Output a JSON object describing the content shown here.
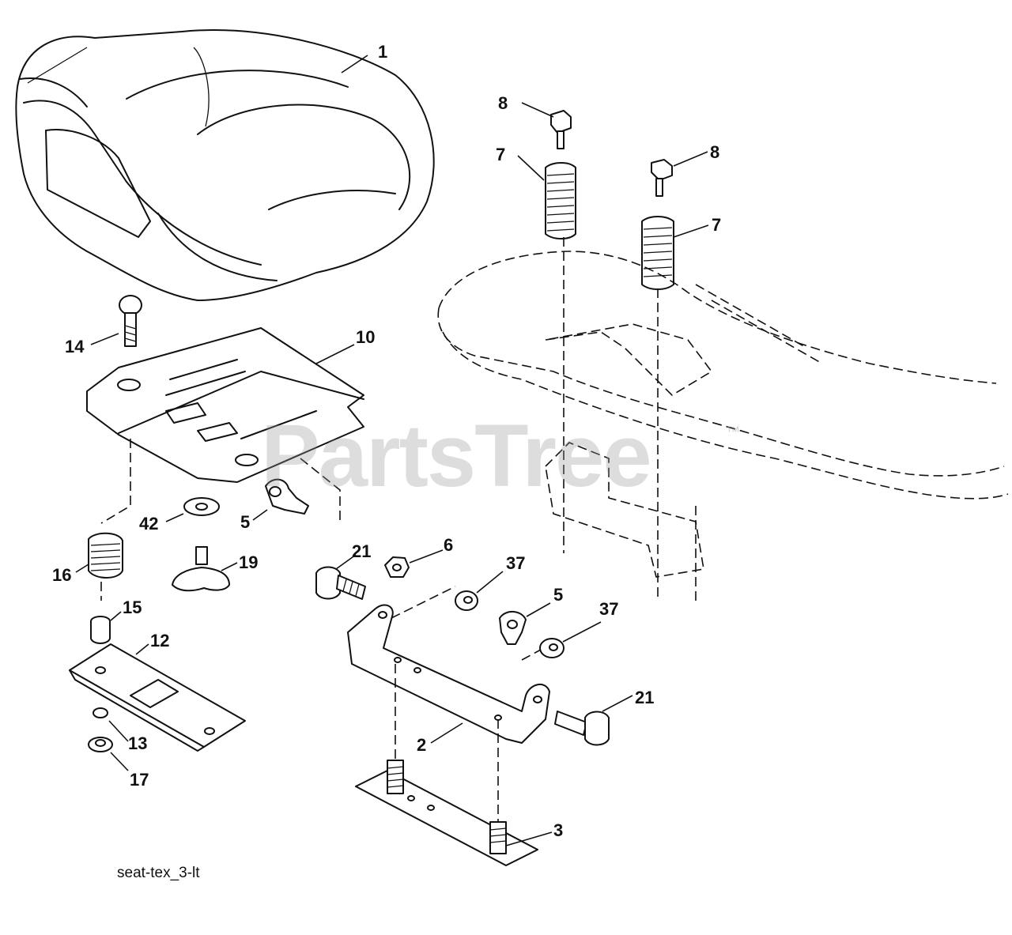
{
  "diagram": {
    "caption": "seat-tex_3-lt",
    "watermark": "PartsTree",
    "trademark": "™",
    "callouts": {
      "c1": "1",
      "c8a": "8",
      "c8b": "8",
      "c7a": "7",
      "c7b": "7",
      "c14": "14",
      "c10": "10",
      "c42": "42",
      "c5a": "5",
      "c16": "16",
      "c19": "19",
      "c21a": "21",
      "c6": "6",
      "c37a": "37",
      "c15": "15",
      "c12": "12",
      "c5b": "5",
      "c37b": "37",
      "c13": "13",
      "c17": "17",
      "c21b": "21",
      "c2": "2",
      "c3": "3"
    }
  }
}
